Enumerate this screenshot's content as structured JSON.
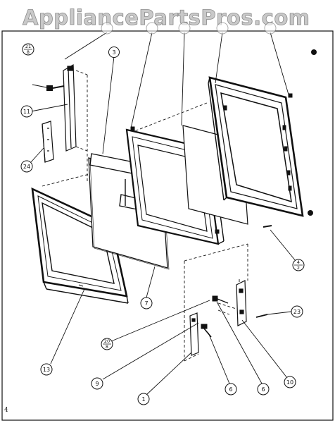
{
  "watermark": "AppliancePartsPros.com",
  "page_number": "4",
  "callouts": {
    "c21_8": {
      "top": "21",
      "bottom": "8"
    },
    "c3": "3",
    "c11": "11",
    "c24": "24",
    "c13": "13",
    "c7": "7",
    "c9": "9",
    "c1": "1",
    "c20_8": {
      "top": "20",
      "bottom": "8"
    },
    "c6a": "6",
    "c6b": "6",
    "c10": "10",
    "c23": "23",
    "c4_2": {
      "top": "4",
      "bottom": "2"
    }
  }
}
